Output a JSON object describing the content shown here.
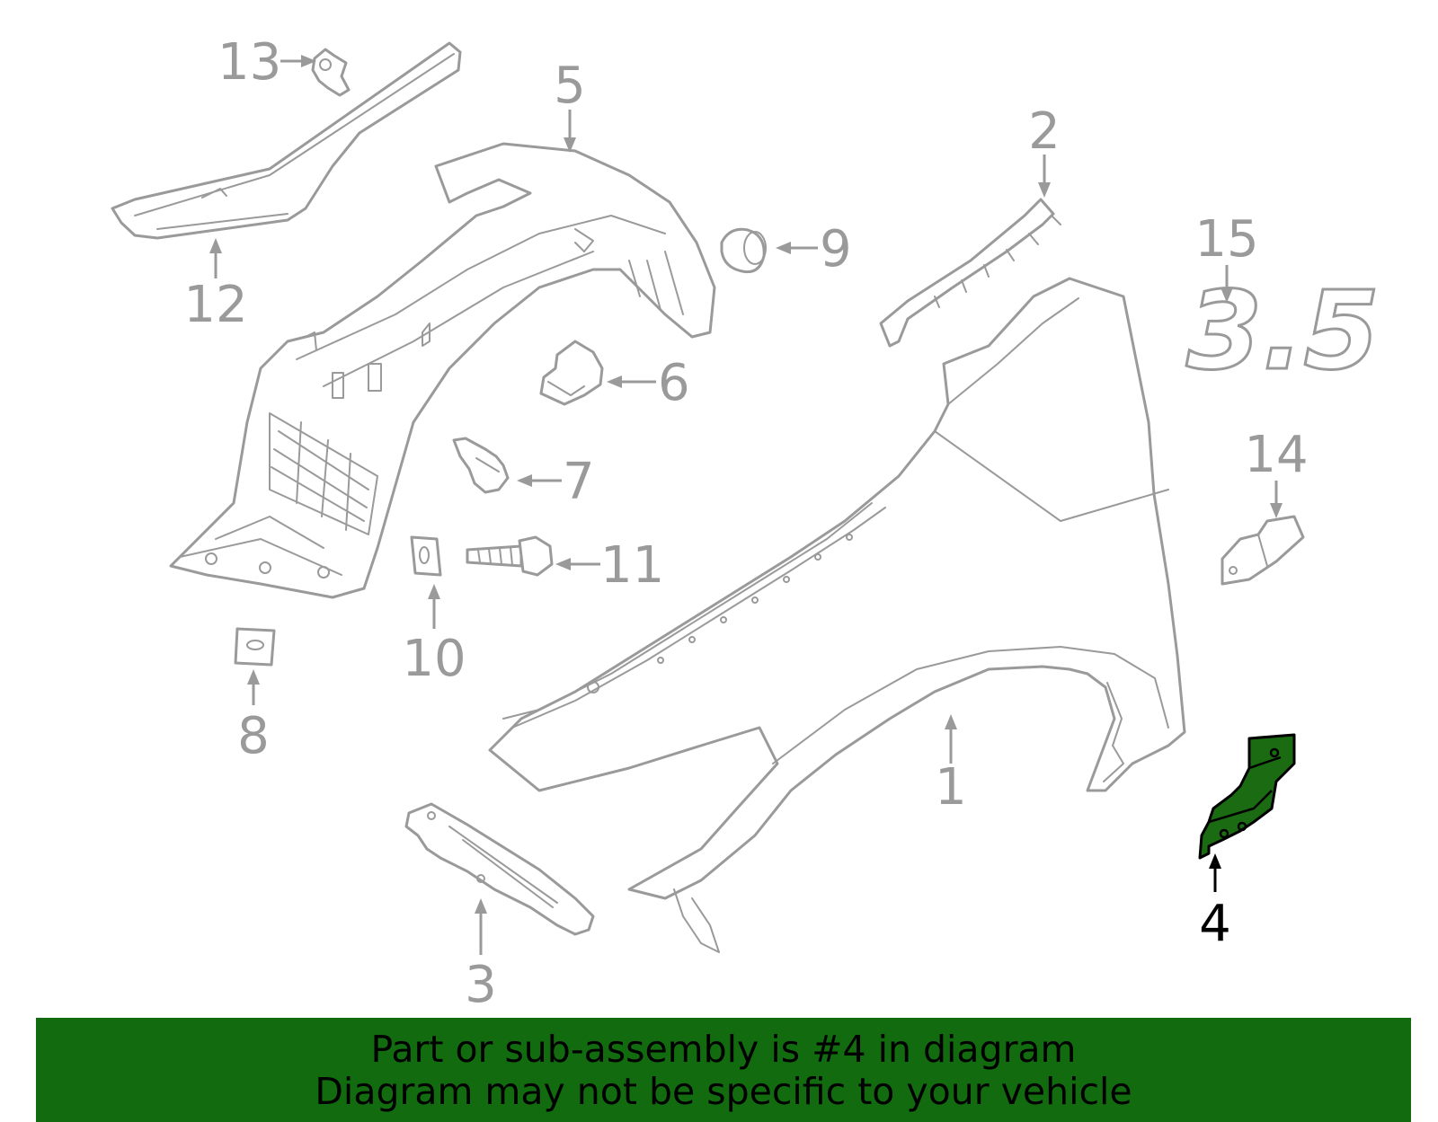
{
  "diagram": {
    "callouts": [
      "1",
      "2",
      "3",
      "4",
      "5",
      "6",
      "7",
      "8",
      "9",
      "10",
      "11",
      "12",
      "13",
      "14",
      "15"
    ],
    "highlighted_part": "4",
    "emblem_text": "3.5",
    "colors": {
      "outline": "#9a9a9a",
      "highlight_fill": "#1b6b12",
      "highlight_outline": "#000000"
    }
  },
  "banner": {
    "line1": "Part or sub-assembly is #4 in diagram",
    "line2": "Diagram may not be specific to your vehicle",
    "background": "#126b0e"
  }
}
